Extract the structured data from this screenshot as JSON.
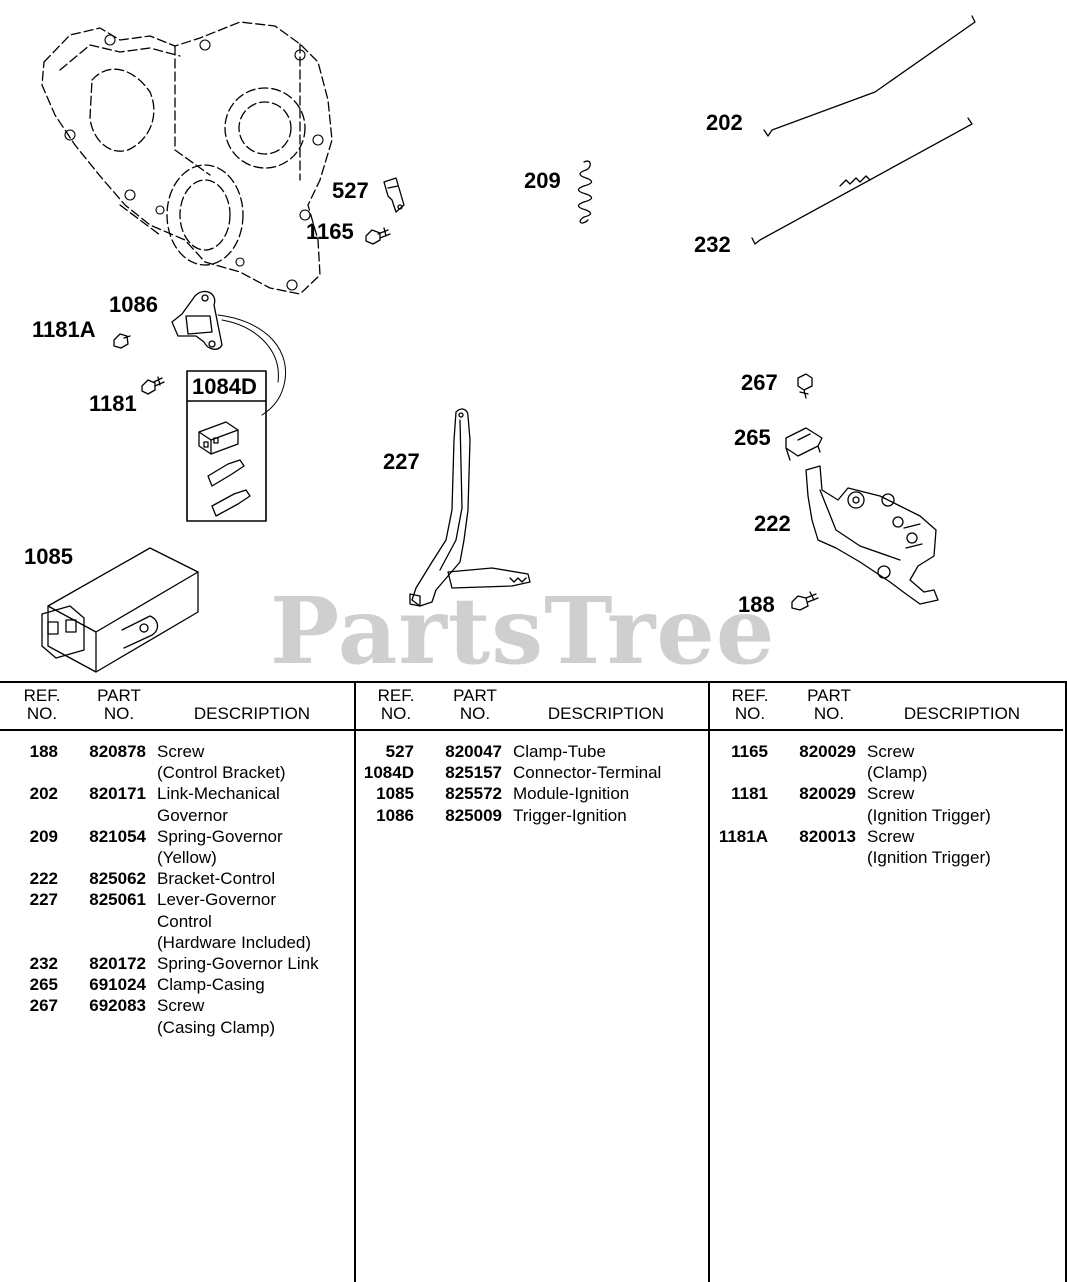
{
  "callouts": {
    "c527": "527",
    "c1165": "1165",
    "c209": "209",
    "c202": "202",
    "c232": "232",
    "c1086": "1086",
    "c1181A": "1181A",
    "c1181": "1181",
    "c1084D": "1084D",
    "c267": "267",
    "c265": "265",
    "c227": "227",
    "c222": "222",
    "c1085": "1085",
    "c188": "188"
  },
  "watermark": "PartsTree",
  "table": {
    "headers": {
      "ref_line1": "REF.",
      "ref_line2": "NO.",
      "part_line1": "PART",
      "part_line2": "NO.",
      "description": "DESCRIPTION"
    },
    "columns": [
      [
        {
          "ref": "188",
          "part": "820878",
          "desc": [
            "Screw",
            "(Control Bracket)"
          ]
        },
        {
          "ref": "202",
          "part": "820171",
          "desc": [
            "Link-Mechanical",
            "Governor"
          ]
        },
        {
          "ref": "209",
          "part": "821054",
          "desc": [
            "Spring-Governor",
            "(Yellow)"
          ]
        },
        {
          "ref": "222",
          "part": "825062",
          "desc": [
            "Bracket-Control"
          ]
        },
        {
          "ref": "227",
          "part": "825061",
          "desc": [
            "Lever-Governor",
            "Control",
            "(Hardware Included)"
          ]
        },
        {
          "ref": "232",
          "part": "820172",
          "desc": [
            "Spring-Governor Link"
          ]
        },
        {
          "ref": "265",
          "part": "691024",
          "desc": [
            "Clamp-Casing"
          ]
        },
        {
          "ref": "267",
          "part": "692083",
          "desc": [
            "Screw",
            "(Casing Clamp)"
          ]
        }
      ],
      [
        {
          "ref": "527",
          "part": "820047",
          "desc": [
            "Clamp-Tube"
          ]
        },
        {
          "ref": "1084D",
          "part": "825157",
          "desc": [
            "Connector-Terminal"
          ]
        },
        {
          "ref": "1085",
          "part": "825572",
          "desc": [
            "Module-Ignition"
          ]
        },
        {
          "ref": "1086",
          "part": "825009",
          "desc": [
            "Trigger-Ignition"
          ]
        }
      ],
      [
        {
          "ref": "1165",
          "part": "820029",
          "desc": [
            "Screw",
            "(Clamp)"
          ]
        },
        {
          "ref": "1181",
          "part": "820029",
          "desc": [
            "Screw",
            "(Ignition Trigger)"
          ]
        },
        {
          "ref": "1181A",
          "part": "820013",
          "desc": [
            "Screw",
            "(Ignition Trigger)"
          ]
        }
      ]
    ]
  }
}
